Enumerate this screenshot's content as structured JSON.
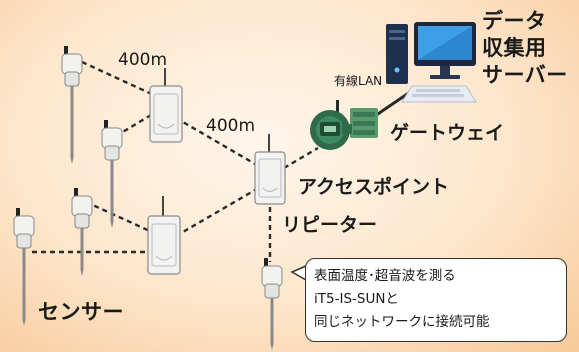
{
  "labels": {
    "server": [
      "データ",
      "収集用",
      "サーバー"
    ],
    "wired_lan": "有線LAN",
    "gateway": "ゲートウェイ",
    "access_point": "アクセスポイント",
    "repeater": "リピーター",
    "sensor": "センサー",
    "distance_1": "400m",
    "distance_2": "400m"
  },
  "callout": {
    "lines": [
      "表面温度･超音波を測る",
      "iT5-IS-SUNと",
      "同じネットワークに接続可能"
    ]
  },
  "colors": {
    "bg_center": "#fff6ea",
    "bg_edge": "#f7c998",
    "gateway_green": "#3f7a57",
    "device_body": "#f2f2f0",
    "link_line": "#2a2a2a"
  },
  "icons": [
    "computer-icon",
    "gateway-icon",
    "repeater-icon",
    "sensor-icon"
  ]
}
